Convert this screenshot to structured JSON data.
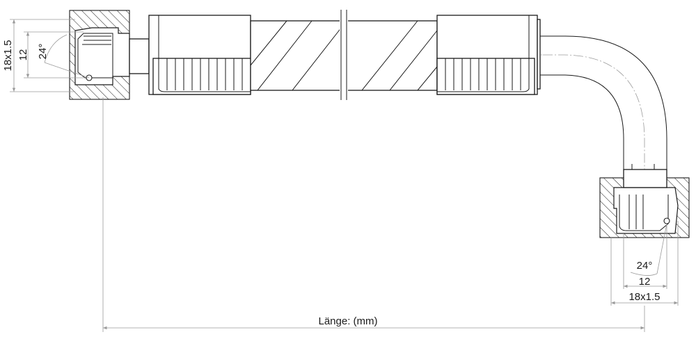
{
  "drawing": {
    "left_fitting": {
      "thread_label": "18x1.5",
      "bore_label": "12",
      "angle_label": "24°"
    },
    "right_fitting": {
      "angle_label": "24°",
      "bore_label": "12",
      "thread_label": "18x1.5"
    },
    "length_label": "Länge: (mm)"
  }
}
